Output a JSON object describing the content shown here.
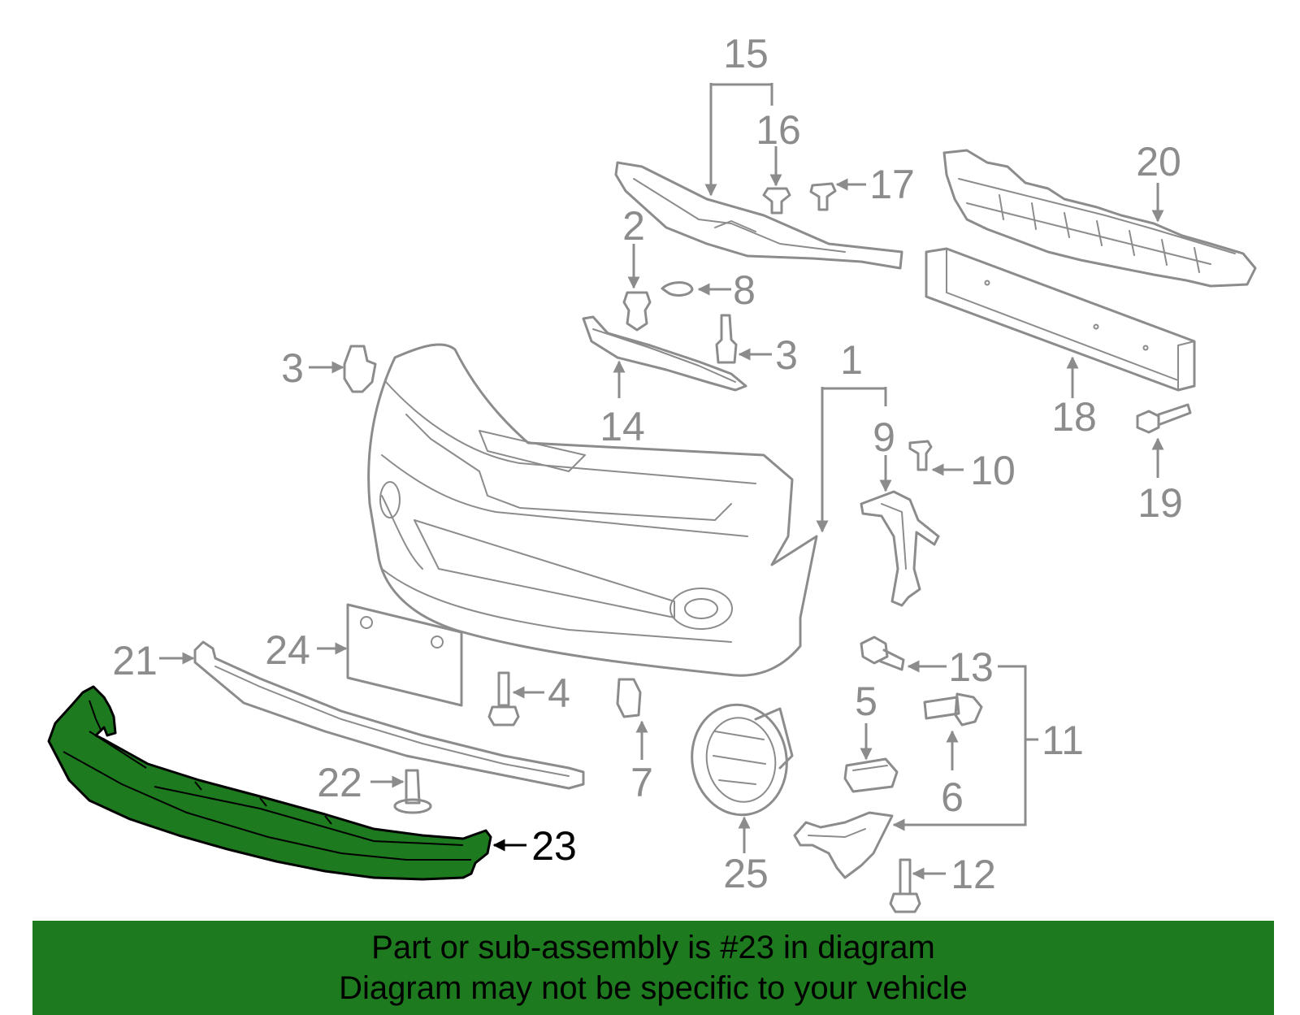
{
  "callouts": {
    "c1": "1",
    "c2": "2",
    "c3a": "3",
    "c3b": "3",
    "c4": "4",
    "c5": "5",
    "c6": "6",
    "c7": "7",
    "c8": "8",
    "c9": "9",
    "c10": "10",
    "c11": "11",
    "c12": "12",
    "c13": "13",
    "c14": "14",
    "c15": "15",
    "c16": "16",
    "c17": "17",
    "c18": "18",
    "c19": "19",
    "c20": "20",
    "c21": "21",
    "c22": "22",
    "c23": "23",
    "c24": "24",
    "c25": "25"
  },
  "highlighted_part": "23",
  "colors": {
    "highlight": "#1e7a1e",
    "line": "#8c8c8c",
    "banner": "#1e7a1e"
  },
  "banner": {
    "line1": "Part or sub-assembly is #23 in diagram",
    "line2": "Diagram may not be specific to your vehicle"
  }
}
